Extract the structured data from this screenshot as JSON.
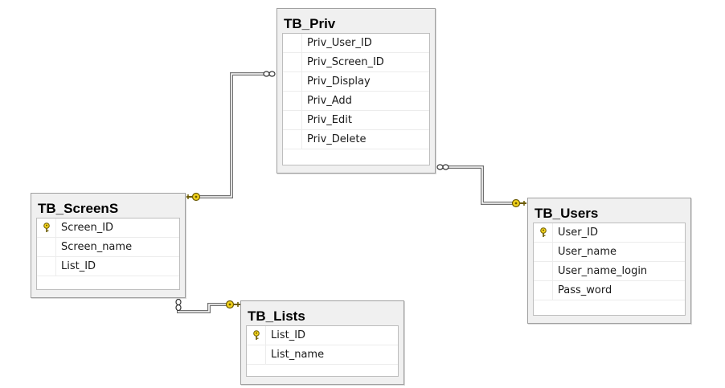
{
  "diagram": {
    "tables": [
      {
        "id": "priv",
        "title": "TB_Priv",
        "columns": [
          {
            "name": "Priv_User_ID",
            "pk": false
          },
          {
            "name": "Priv_Screen_ID",
            "pk": false
          },
          {
            "name": "Priv_Display",
            "pk": false
          },
          {
            "name": "Priv_Add",
            "pk": false
          },
          {
            "name": "Priv_Edit",
            "pk": false
          },
          {
            "name": "Priv_Delete",
            "pk": false
          }
        ]
      },
      {
        "id": "screens",
        "title": "TB_ScreenS",
        "columns": [
          {
            "name": "Screen_ID",
            "pk": true
          },
          {
            "name": "Screen_name",
            "pk": false
          },
          {
            "name": "List_ID",
            "pk": false
          }
        ]
      },
      {
        "id": "users",
        "title": "TB_Users",
        "columns": [
          {
            "name": "User_ID",
            "pk": true
          },
          {
            "name": "User_name",
            "pk": false
          },
          {
            "name": "User_name_login",
            "pk": false
          },
          {
            "name": "Pass_word",
            "pk": false
          }
        ]
      },
      {
        "id": "lists",
        "title": "TB_Lists",
        "columns": [
          {
            "name": "List_ID",
            "pk": true
          },
          {
            "name": "List_name",
            "pk": false
          }
        ]
      }
    ],
    "relationships": [
      {
        "id": "screens-priv",
        "one": "TB_ScreenS",
        "many": "TB_Priv"
      },
      {
        "id": "users-priv",
        "one": "TB_Users",
        "many": "TB_Priv"
      },
      {
        "id": "lists-screens",
        "one": "TB_Lists",
        "many": "TB_ScreenS"
      }
    ],
    "colors": {
      "key_fill": "#f2d21c",
      "key_stroke": "#6b5a00",
      "line": "#707070",
      "box_bg": "#f0f0f0",
      "box_border": "#a0a0a0"
    }
  }
}
